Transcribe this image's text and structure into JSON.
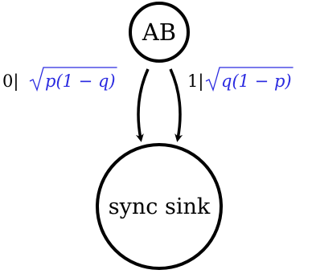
{
  "nodes": {
    "source": {
      "label": "AB"
    },
    "sink": {
      "label": "sync sink"
    }
  },
  "edges": {
    "left": {
      "symbol": "0|",
      "weight": "p(1 − q)"
    },
    "right": {
      "symbol": "1|",
      "weight": "q(1 − p)"
    }
  },
  "colors": {
    "stroke": "#000000",
    "weight": "#2a2ae0"
  }
}
